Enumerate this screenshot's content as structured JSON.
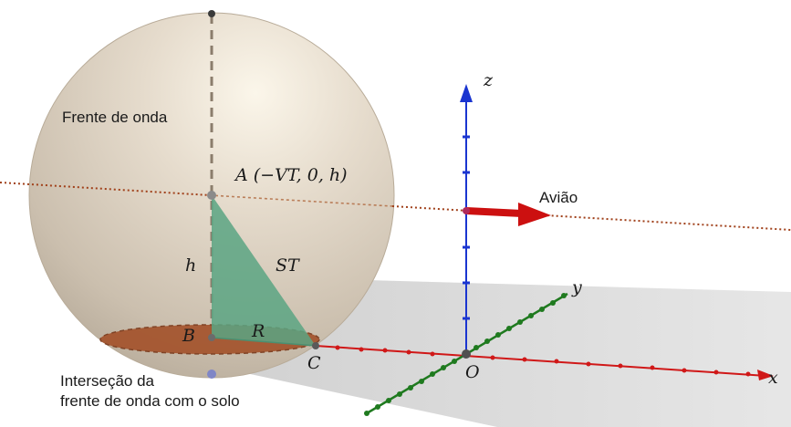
{
  "labels": {
    "wavefront": "Frente de onda",
    "point_a_name": "A",
    "point_a_coords": "(−VT, 0, h)",
    "plane": "Avião",
    "height": "h",
    "slant": "ST",
    "radius": "R",
    "point_b": "B",
    "point_c": "C",
    "origin": "O",
    "axis_x": "x",
    "axis_y": "y",
    "axis_z": "z",
    "intersection_line1": "Interseção da",
    "intersection_line2": "frente de onda com o solo"
  },
  "colors": {
    "sphere": "#d9cfc1",
    "ground": "#c9c9c9",
    "disk": "#a4532c",
    "triangle": "#5aa583",
    "x_axis": "#d01818",
    "y_axis": "#1f7a1f",
    "z_axis": "#1a35d0",
    "flight_path": "#a0401a"
  }
}
